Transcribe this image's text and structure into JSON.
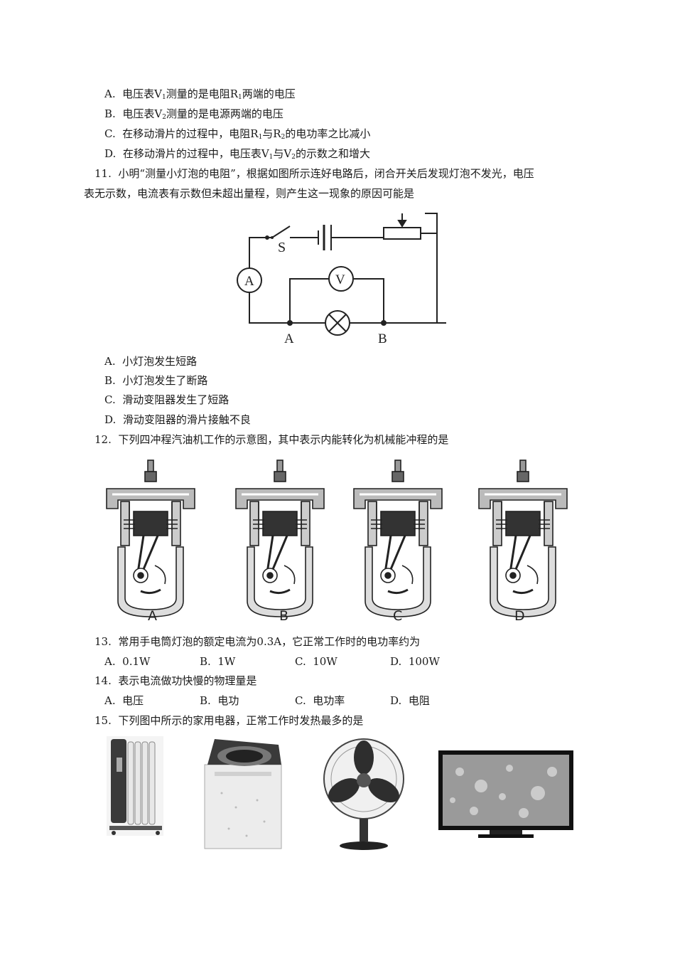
{
  "q10_options": [
    {
      "letter": "A.",
      "parts": [
        "电压表V",
        "1",
        "测量的是电阻R",
        "1",
        "两端的电压"
      ]
    },
    {
      "letter": "B.",
      "parts": [
        "电压表V",
        "2",
        "测量的是电源两端的电压"
      ]
    },
    {
      "letter": "C.",
      "parts": [
        "在移动滑片的过程中，电阻R",
        "1",
        "与R",
        "2",
        "的电功率之比减小"
      ]
    },
    {
      "letter": "D.",
      "parts": [
        "在移动滑片的过程中，电压表V",
        "1",
        "与V",
        "2",
        "的示数之和增大"
      ]
    }
  ],
  "q11": {
    "number": "11.",
    "line1": "小明“测量小灯泡的电阻”，根据如图所示连好电路后，闭合开关后发现灯泡不发光，电压",
    "line2": "表无示数，电流表有示数但未超出量程，则产生这一现象的原因可能是",
    "circuit": {
      "switch": "S",
      "ammeter": "A",
      "voltmeter": "V",
      "point_a": "A",
      "point_b": "B"
    },
    "options": [
      {
        "letter": "A.",
        "text": "小灯泡发生短路"
      },
      {
        "letter": "B.",
        "text": "小灯泡发生了断路"
      },
      {
        "letter": "C.",
        "text": "滑动变阻器发生了短路"
      },
      {
        "letter": "D.",
        "text": "滑动变阻器的滑片接触不良"
      }
    ]
  },
  "q12": {
    "number": "12.",
    "text": "下列四冲程汽油机工作的示意图，其中表示内能转化为机械能冲程的是",
    "labels": [
      "A",
      "B",
      "C",
      "D"
    ]
  },
  "q13": {
    "number": "13.",
    "text": "常用手电筒灯泡的额定电流为0.3A，它正常工作时的电功率约为",
    "options": [
      {
        "letter": "A.",
        "text": "0.1W"
      },
      {
        "letter": "B.",
        "text": "1W"
      },
      {
        "letter": "C.",
        "text": "10W"
      },
      {
        "letter": "D.",
        "text": "100W"
      }
    ]
  },
  "q14": {
    "number": "14.",
    "text": "表示电流做功快慢的物理量是",
    "options": [
      {
        "letter": "A.",
        "text": "电压"
      },
      {
        "letter": "B.",
        "text": "电功"
      },
      {
        "letter": "C.",
        "text": "电功率"
      },
      {
        "letter": "D.",
        "text": "电阻"
      }
    ]
  },
  "q15": {
    "number": "15.",
    "text": "下列图中所示的家用电器，正常工作时发热最多的是"
  }
}
